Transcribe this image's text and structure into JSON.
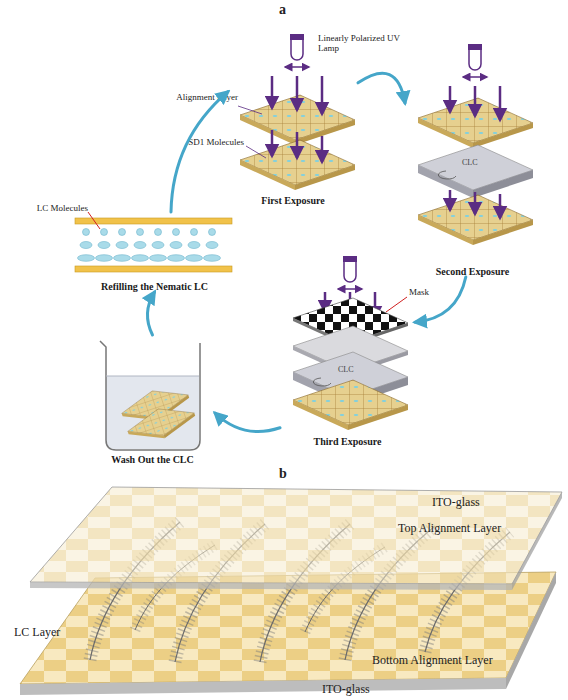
{
  "diagram": {
    "nodes": [
      {
        "text": [
          "First Exposure"
        ]
      },
      {
        "text": [
          "Second Exposure"
        ]
      },
      {
        "text": [
          "Third Exposure"
        ]
      },
      {
        "text": [
          "Wash Out the CLC"
        ]
      },
      {
        "text": [
          "Refilling the Nematic LC"
        ]
      }
    ],
    "edges": [
      {
        "from": 0,
        "to": 1,
        "arrow": "to"
      },
      {
        "from": 1,
        "to": 2,
        "arrow": "to"
      },
      {
        "from": 2,
        "to": 3,
        "arrow": "to"
      },
      {
        "from": 3,
        "to": 4,
        "arrow": "to"
      },
      {
        "from": 4,
        "to": 0,
        "arrow": "to"
      }
    ],
    "labels": [
      "a",
      "Linearly Polarized UV Lamp",
      "Alignment Layer",
      "SD1 Molecules",
      "CLC",
      "Mask",
      "CLC",
      "LC Molecules",
      "b",
      "ITO-glass",
      "Top Alignment Layer",
      "LC Layer",
      "Bottom Alignment Layer",
      "ITO-glass"
    ]
  }
}
